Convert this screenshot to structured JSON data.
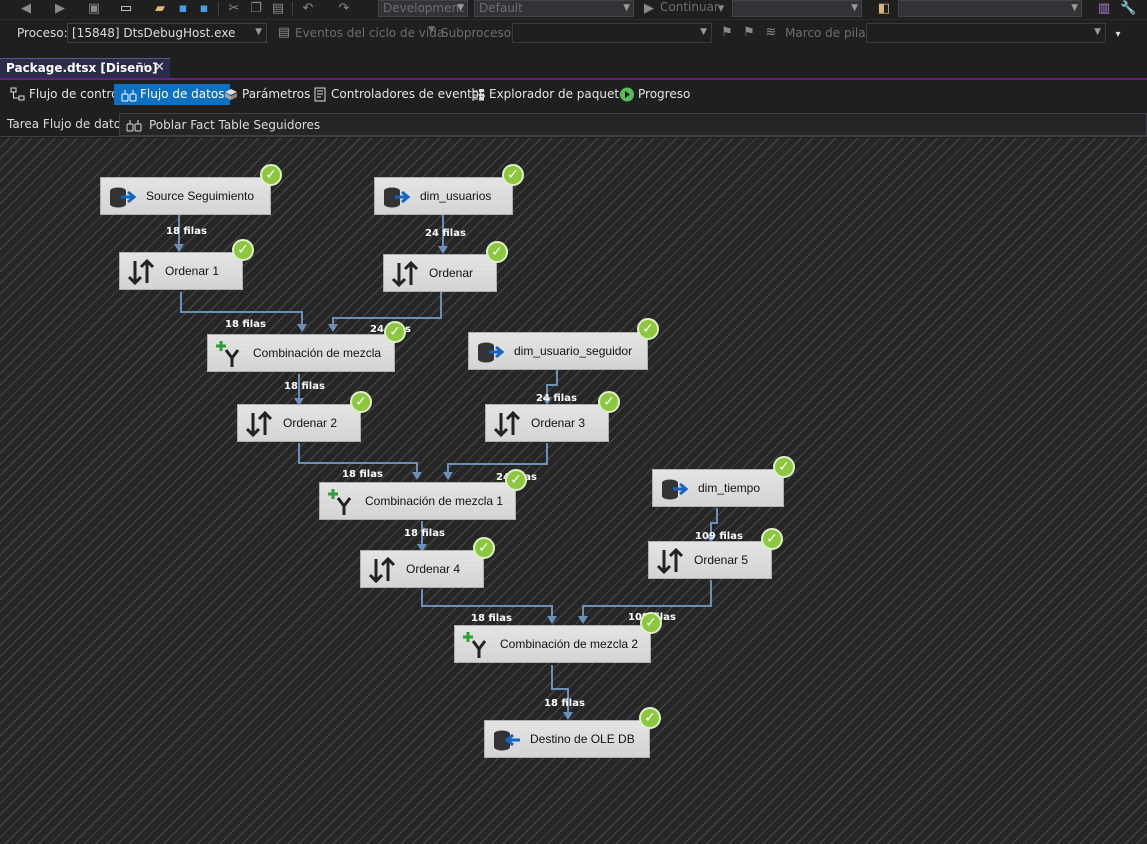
{
  "toolbar": {
    "config_combo": "Development",
    "platform_combo": "Default",
    "continue_label": "Continuar"
  },
  "debug_bar": {
    "process_label": "Proceso:",
    "process_value": "[15848] DtsDebugHost.exe",
    "lifecycle_label": "Eventos del ciclo de vida",
    "thread_label": "Subproceso:",
    "stack_label": "Marco de pila:"
  },
  "document": {
    "tab_title": "Package.dtsx [Diseño]"
  },
  "designer_tabs": [
    {
      "label": "Flujo de control"
    },
    {
      "label": "Flujo de datos"
    },
    {
      "label": "Parámetros"
    },
    {
      "label": "Controladores de eventos"
    },
    {
      "label": "Explorador de paquetes"
    },
    {
      "label": "Progreso"
    }
  ],
  "task": {
    "label": "Tarea Flujo de datos:",
    "value": "Poblar Fact Table Seguidores"
  },
  "components": [
    {
      "name": "Source Seguimiento",
      "icon": "source-icon"
    },
    {
      "name": "dim_usuarios",
      "icon": "source-icon"
    },
    {
      "name": "Ordenar 1",
      "icon": "sort-icon"
    },
    {
      "name": "Ordenar",
      "icon": "sort-icon"
    },
    {
      "name": "Combinación de mezcla",
      "icon": "merge-join-icon"
    },
    {
      "name": "dim_usuario_seguidor",
      "icon": "source-icon"
    },
    {
      "name": "Ordenar 2",
      "icon": "sort-icon"
    },
    {
      "name": "Ordenar 3",
      "icon": "sort-icon"
    },
    {
      "name": "Combinación de mezcla 1",
      "icon": "merge-join-icon"
    },
    {
      "name": "dim_tiempo",
      "icon": "source-icon"
    },
    {
      "name": "Ordenar 4",
      "icon": "sort-icon"
    },
    {
      "name": "Ordenar 5",
      "icon": "sort-icon"
    },
    {
      "name": "Combinación de mezcla 2",
      "icon": "merge-join-icon"
    },
    {
      "name": "Destino de OLE DB",
      "icon": "destination-icon"
    }
  ],
  "row_counts": [
    "18 filas",
    "24 filas",
    "18 filas",
    "24 filas",
    "18 filas",
    "24 filas",
    "18 filas",
    "24 filas",
    "18 filas",
    "109 filas",
    "18 filas",
    "109 filas",
    "18 filas"
  ],
  "colors": {
    "accent": "#68217a",
    "active_tab": "#0e70c0",
    "success": "#8dc63f",
    "wire": "#6e8fb8"
  }
}
